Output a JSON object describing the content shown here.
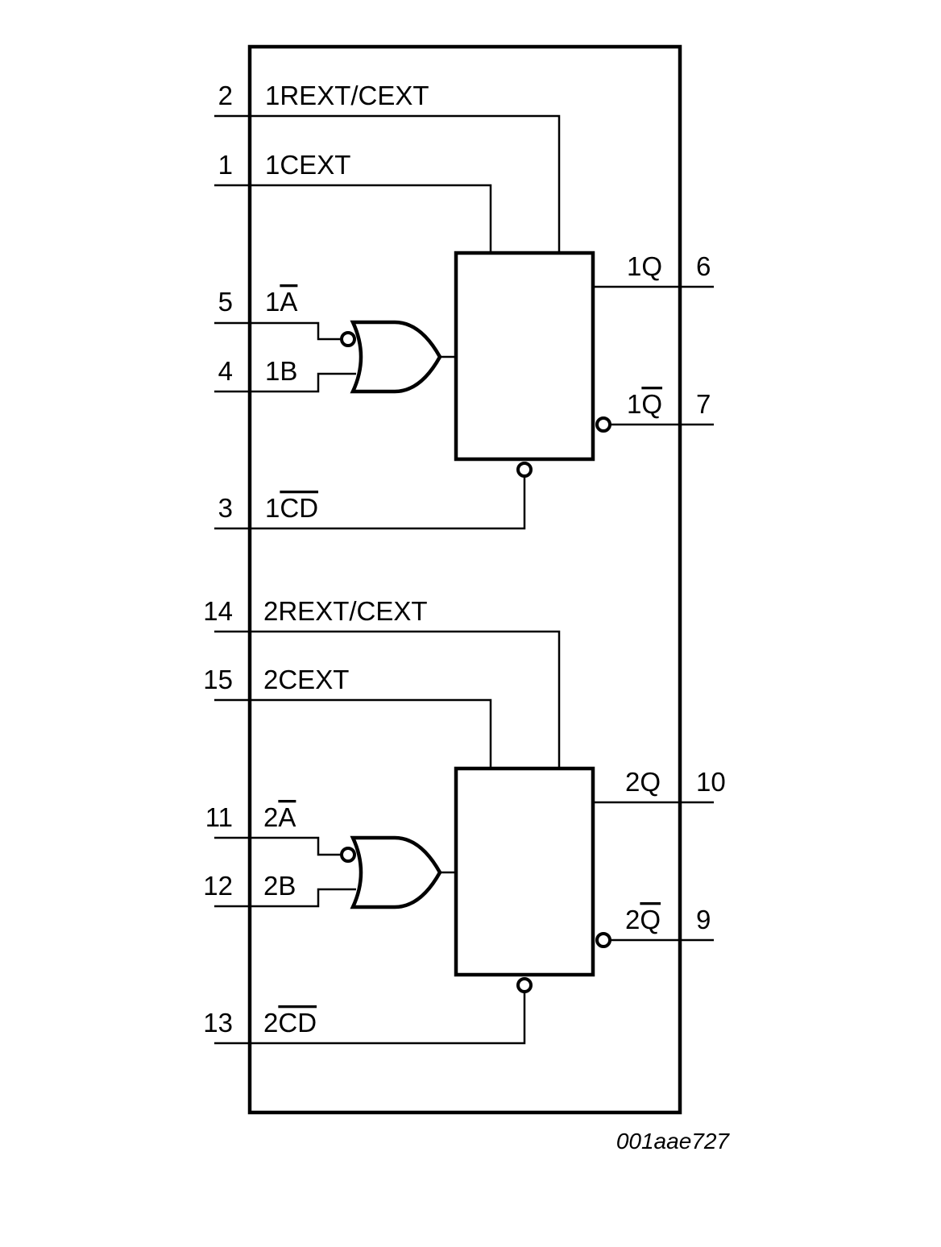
{
  "diagram": {
    "code": "001aae727",
    "unit1": {
      "pins": {
        "rext_cext": "2",
        "cext": "1",
        "a": "5",
        "b": "4",
        "cd": "3",
        "q": "6",
        "qbar": "7"
      },
      "signals": {
        "rext_cext": "1REXT/CEXT",
        "cext": "1CEXT",
        "a_prefix": "1",
        "a_bar": "A",
        "b": "1B",
        "cd_prefix": "1",
        "cd_bar": "CD",
        "q": "1Q",
        "qbar_prefix": "1",
        "qbar_bar": "Q"
      }
    },
    "unit2": {
      "pins": {
        "rext_cext": "14",
        "cext": "15",
        "a": "11",
        "b": "12",
        "cd": "13",
        "q": "10",
        "qbar": "9"
      },
      "signals": {
        "rext_cext": "2REXT/CEXT",
        "cext": "2CEXT",
        "a_prefix": "2",
        "a_bar": "A",
        "b": "2B",
        "cd_prefix": "2",
        "cd_bar": "CD",
        "q": "2Q",
        "qbar_prefix": "2",
        "qbar_bar": "Q"
      }
    }
  }
}
